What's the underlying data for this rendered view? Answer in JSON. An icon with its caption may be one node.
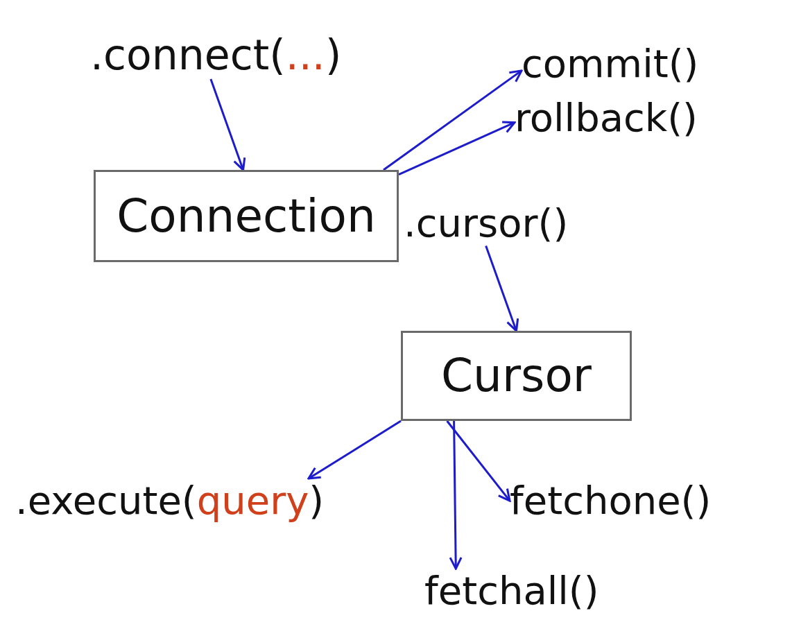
{
  "diagram": {
    "nodes": [
      {
        "text": [
          ".connect(",
          "...",
          ")"
        ]
      },
      {
        "text": [
          "commit()"
        ]
      },
      {
        "text": [
          "rollback()"
        ]
      },
      {
        "text": [
          "Connection"
        ]
      },
      {
        "text": [
          ".cursor()"
        ]
      },
      {
        "text": [
          "Cursor"
        ]
      },
      {
        "text": [
          ".execute(",
          "query",
          ")"
        ]
      },
      {
        "text": [
          "fetchone()"
        ]
      },
      {
        "text": [
          "fetchall()"
        ]
      }
    ],
    "edges": [
      {
        "from": 0,
        "to": 3,
        "arrow": "to"
      },
      {
        "from": 3,
        "to": 1,
        "arrow": "to"
      },
      {
        "from": 3,
        "to": 2,
        "arrow": "to"
      },
      {
        "from": 4,
        "to": 5,
        "arrow": "to"
      },
      {
        "from": 5,
        "to": 6,
        "arrow": "to"
      },
      {
        "from": 5,
        "to": 7,
        "arrow": "to"
      },
      {
        "from": 5,
        "to": 8,
        "arrow": "to"
      }
    ]
  }
}
